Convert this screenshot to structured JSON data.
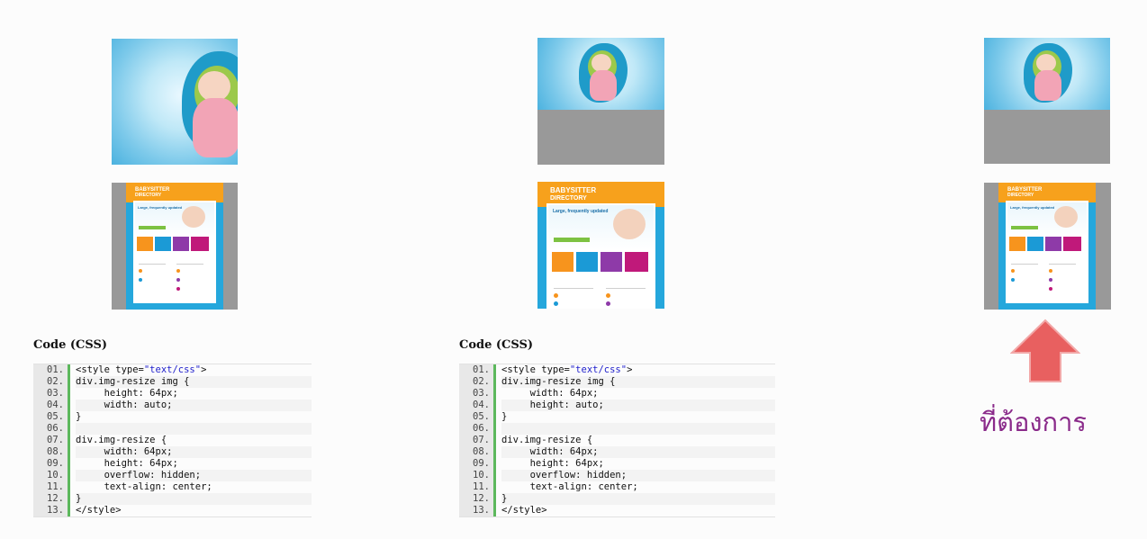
{
  "code_sample_1": {
    "title": "Code (CSS)",
    "lines": [
      {
        "n": "01.",
        "pre": "<style type=",
        "str": "\"text/css\"",
        "post": ">"
      },
      {
        "n": "02.",
        "pre": "div.img-resize img {",
        "str": "",
        "post": ""
      },
      {
        "n": "03.",
        "pre": "     height: 64px;",
        "str": "",
        "post": ""
      },
      {
        "n": "04.",
        "pre": "     width: auto;",
        "str": "",
        "post": ""
      },
      {
        "n": "05.",
        "pre": "}",
        "str": "",
        "post": ""
      },
      {
        "n": "06.",
        "pre": "",
        "str": "",
        "post": ""
      },
      {
        "n": "07.",
        "pre": "div.img-resize {",
        "str": "",
        "post": ""
      },
      {
        "n": "08.",
        "pre": "     width: 64px;",
        "str": "",
        "post": ""
      },
      {
        "n": "09.",
        "pre": "     height: 64px;",
        "str": "",
        "post": ""
      },
      {
        "n": "10.",
        "pre": "     overflow: hidden;",
        "str": "",
        "post": ""
      },
      {
        "n": "11.",
        "pre": "     text-align: center;",
        "str": "",
        "post": ""
      },
      {
        "n": "12.",
        "pre": "}",
        "str": "",
        "post": ""
      },
      {
        "n": "13.",
        "pre": "</style>",
        "str": "",
        "post": ""
      }
    ]
  },
  "code_sample_2": {
    "title": "Code (CSS)",
    "lines": [
      {
        "n": "01.",
        "pre": "<style type=",
        "str": "\"text/css\"",
        "post": ">"
      },
      {
        "n": "02.",
        "pre": "div.img-resize img {",
        "str": "",
        "post": ""
      },
      {
        "n": "03.",
        "pre": "     width: 64px;",
        "str": "",
        "post": ""
      },
      {
        "n": "04.",
        "pre": "     height: auto;",
        "str": "",
        "post": ""
      },
      {
        "n": "05.",
        "pre": "}",
        "str": "",
        "post": ""
      },
      {
        "n": "06.",
        "pre": "",
        "str": "",
        "post": ""
      },
      {
        "n": "07.",
        "pre": "div.img-resize {",
        "str": "",
        "post": ""
      },
      {
        "n": "08.",
        "pre": "     width: 64px;",
        "str": "",
        "post": ""
      },
      {
        "n": "09.",
        "pre": "     height: 64px;",
        "str": "",
        "post": ""
      },
      {
        "n": "10.",
        "pre": "     overflow: hidden;",
        "str": "",
        "post": ""
      },
      {
        "n": "11.",
        "pre": "     text-align: center;",
        "str": "",
        "post": ""
      },
      {
        "n": "12.",
        "pre": "}",
        "str": "",
        "post": ""
      },
      {
        "n": "13.",
        "pre": "</style>",
        "str": "",
        "post": ""
      }
    ]
  },
  "site_mockup": {
    "brand_line1": "BABYSITTER",
    "brand_line2": "DIRECTORY",
    "headline": "Large, frequently updated"
  },
  "annotation": {
    "label": "ที่ต้องการ",
    "arrow_color": "#e86060",
    "label_color": "#8a2a8a"
  }
}
